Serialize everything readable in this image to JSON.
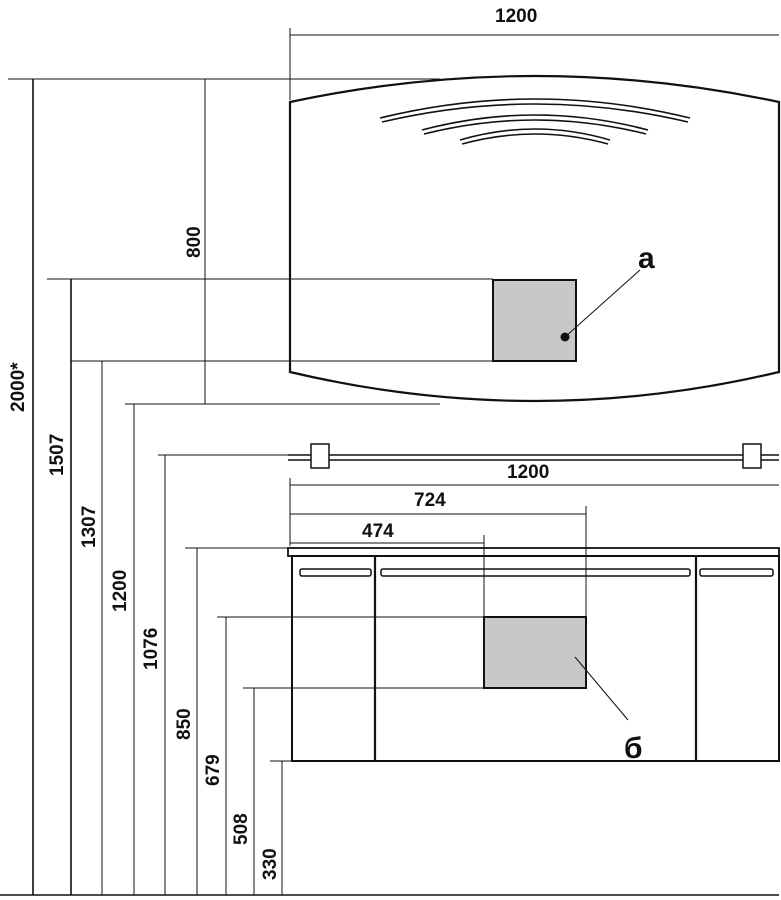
{
  "dimensions": {
    "top_width": "1200",
    "mirror_height": "800",
    "total_height": "2000*",
    "h_1507": "1507",
    "h_1307": "1307",
    "h_1200": "1200",
    "h_1076": "1076",
    "h_850": "850",
    "h_679": "679",
    "h_508": "508",
    "h_330": "330",
    "cabinet_width": "1200",
    "w_724": "724",
    "w_474": "474"
  },
  "callouts": {
    "a": "а",
    "b": "б"
  },
  "colors": {
    "line": "#111111",
    "zone_fill": "#c8c8c8",
    "background": "#ffffff"
  }
}
